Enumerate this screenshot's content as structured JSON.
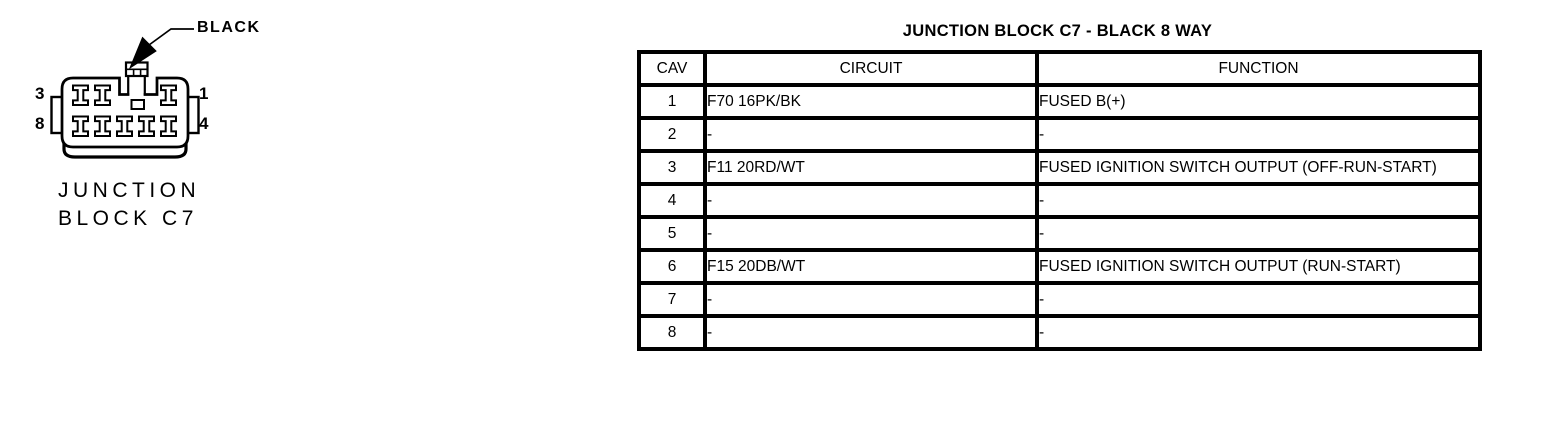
{
  "colors": {
    "ink": "#000000",
    "background": "#ffffff"
  },
  "connector": {
    "color_label": "BLACK",
    "caption_lines": [
      "JUNCTION",
      "BLOCK C7"
    ],
    "pins": {
      "top_left": "3",
      "top_right": "1",
      "bottom_left": "8",
      "bottom_right": "4"
    }
  },
  "table": {
    "title": "JUNCTION BLOCK C7 - BLACK 8 WAY",
    "headers": [
      "CAV",
      "CIRCUIT",
      "FUNCTION"
    ],
    "rows": [
      {
        "cav": "1",
        "circuit": "F70 16PK/BK",
        "function": "FUSED B(+)"
      },
      {
        "cav": "2",
        "circuit": "-",
        "function": "-"
      },
      {
        "cav": "3",
        "circuit": "F11 20RD/WT",
        "function": "FUSED IGNITION SWITCH OUTPUT (OFF-RUN-START)"
      },
      {
        "cav": "4",
        "circuit": "-",
        "function": "-"
      },
      {
        "cav": "5",
        "circuit": "-",
        "function": "-"
      },
      {
        "cav": "6",
        "circuit": "F15 20DB/WT",
        "function": "FUSED IGNITION SWITCH OUTPUT (RUN-START)"
      },
      {
        "cav": "7",
        "circuit": "-",
        "function": "-"
      },
      {
        "cav": "8",
        "circuit": "-",
        "function": "-"
      }
    ]
  }
}
